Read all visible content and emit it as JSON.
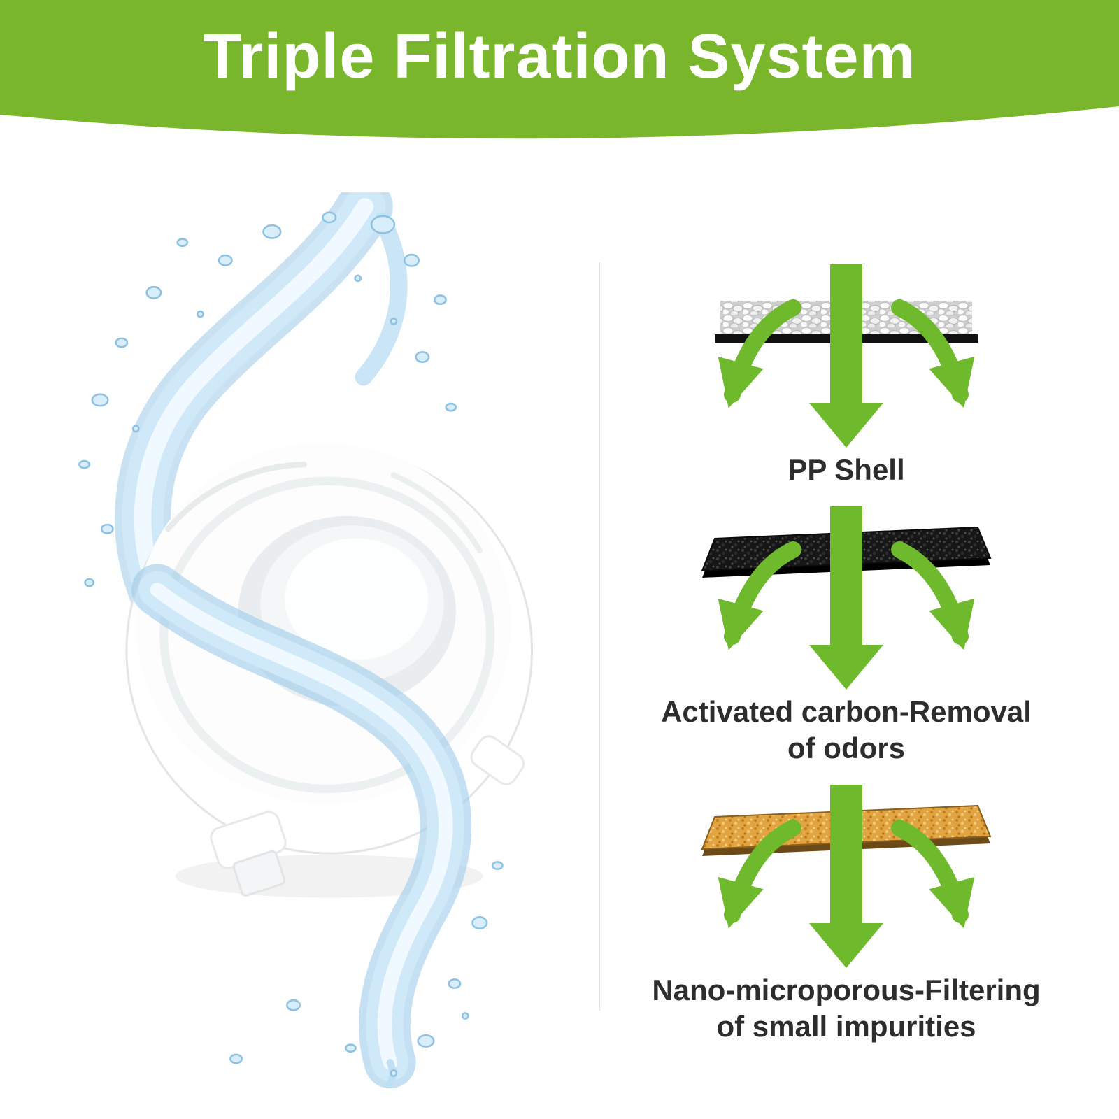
{
  "header": {
    "title": "Triple Filtration System",
    "background_color": "#79b62c"
  },
  "stages": [
    {
      "name": "pp-shell",
      "label_line1": "PP Shell",
      "label_line2": ""
    },
    {
      "name": "activated-carbon",
      "label_line1": "Activated carbon-Removal",
      "label_line2": "of odors"
    },
    {
      "name": "nano-microporous",
      "label_line1": "Nano-microporous-Filtering",
      "label_line2": "of small impurities"
    }
  ],
  "icons": {
    "down_arrow": "down-arrow-icon",
    "curved_arrow_left": "curved-arrow-left-icon",
    "curved_arrow_right": "curved-arrow-right-icon"
  },
  "colors": {
    "accent_green": "#79b62c",
    "arrow_green": "#6fb92c",
    "carbon_black": "#161616",
    "sand_orange": "#e2a440",
    "water_blue": "#9ccbe9",
    "label_text": "#2d2d2d",
    "title_text": "#ffffff"
  }
}
